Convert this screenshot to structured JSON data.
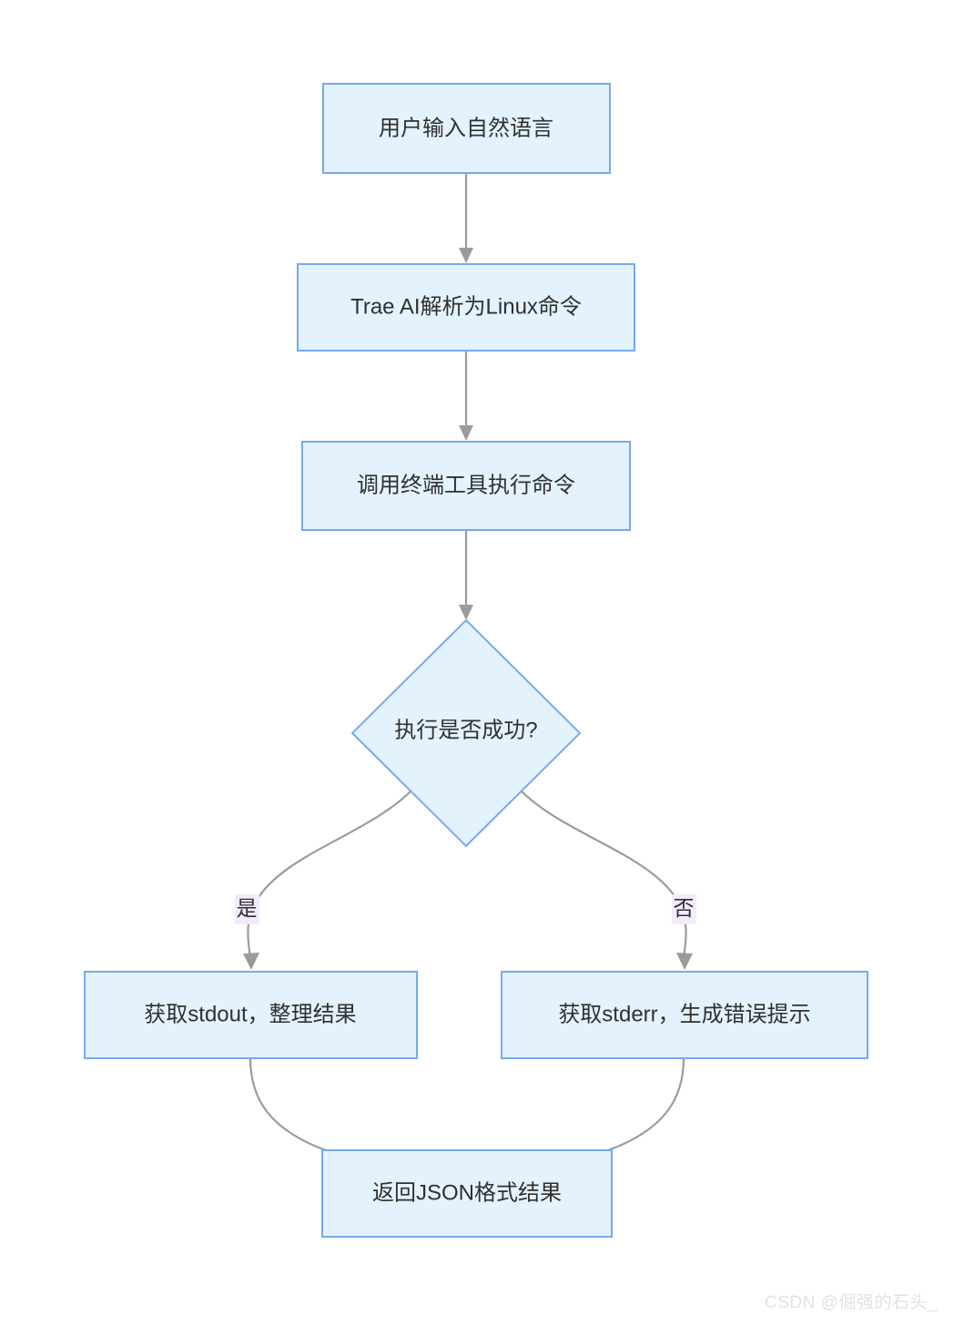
{
  "diagram": {
    "type": "flowchart",
    "direction": "top-to-bottom",
    "background_color": "#ffffff",
    "node_fill_color": "#e4f2fd",
    "node_border_color": "#76a9ef",
    "edge_color": "#9b9b9b",
    "text_color": "#303030",
    "edge_label_bg_color": "#f3ebfb",
    "nodes": [
      {
        "id": "n1",
        "shape": "rect",
        "label": "用户输入自然语言"
      },
      {
        "id": "n2",
        "shape": "rect",
        "label": "Trae AI解析为Linux命令"
      },
      {
        "id": "n3",
        "shape": "rect",
        "label": "调用终端工具执行命令"
      },
      {
        "id": "n4",
        "shape": "diamond",
        "label": "执行是否成功?"
      },
      {
        "id": "n5",
        "shape": "rect",
        "label": "获取stdout，整理结果"
      },
      {
        "id": "n6",
        "shape": "rect",
        "label": "获取stderr，生成错误提示"
      },
      {
        "id": "n7",
        "shape": "rect",
        "label": "返回JSON格式结果"
      }
    ],
    "edges": [
      {
        "from": "n1",
        "to": "n2",
        "label": ""
      },
      {
        "from": "n2",
        "to": "n3",
        "label": ""
      },
      {
        "from": "n3",
        "to": "n4",
        "label": ""
      },
      {
        "from": "n4",
        "to": "n5",
        "label": "是"
      },
      {
        "from": "n4",
        "to": "n6",
        "label": "否"
      },
      {
        "from": "n5",
        "to": "n7",
        "label": ""
      },
      {
        "from": "n6",
        "to": "n7",
        "label": ""
      }
    ],
    "edge_labels": {
      "yes": "是",
      "no": "否"
    }
  },
  "watermark": {
    "text": "CSDN @倔强的石头_"
  }
}
